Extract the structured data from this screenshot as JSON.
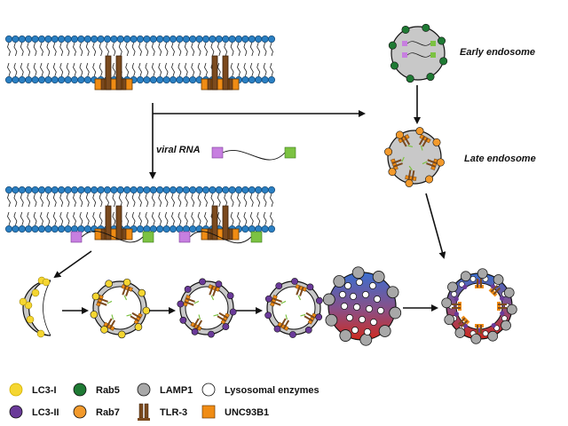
{
  "labels": {
    "early_endosome": "Early endosome",
    "late_endosome": "Late endosome",
    "viral_rna": "viral RNA"
  },
  "legend": [
    {
      "key": "lc3i",
      "label": "LC3-I",
      "color": "#f5d631"
    },
    {
      "key": "rab5",
      "label": "Rab5",
      "color": "#1f7a34"
    },
    {
      "key": "lamp1",
      "label": "LAMP1",
      "color": "#a8a8a8"
    },
    {
      "key": "enzymes",
      "label": "Lysosomal enzymes",
      "color": "#ffffff"
    },
    {
      "key": "lc3ii",
      "label": "LC3-II",
      "color": "#6a3a99"
    },
    {
      "key": "rab7",
      "label": "Rab7",
      "color": "#f39a2c"
    },
    {
      "key": "tlr3",
      "label": "TLR-3",
      "color": "#7b4a1e"
    },
    {
      "key": "unc93b1",
      "label": "UNC93B1",
      "color": "#f08c14"
    }
  ],
  "colors": {
    "lipid_head": "#2a7fc2",
    "rna_purple": "#c77fe0",
    "rna_green": "#7cc242",
    "vesicle_gray": "#c8c8c8",
    "lysosome_blue": "#3a6fd0",
    "lysosome_red": "#d02a1e"
  }
}
